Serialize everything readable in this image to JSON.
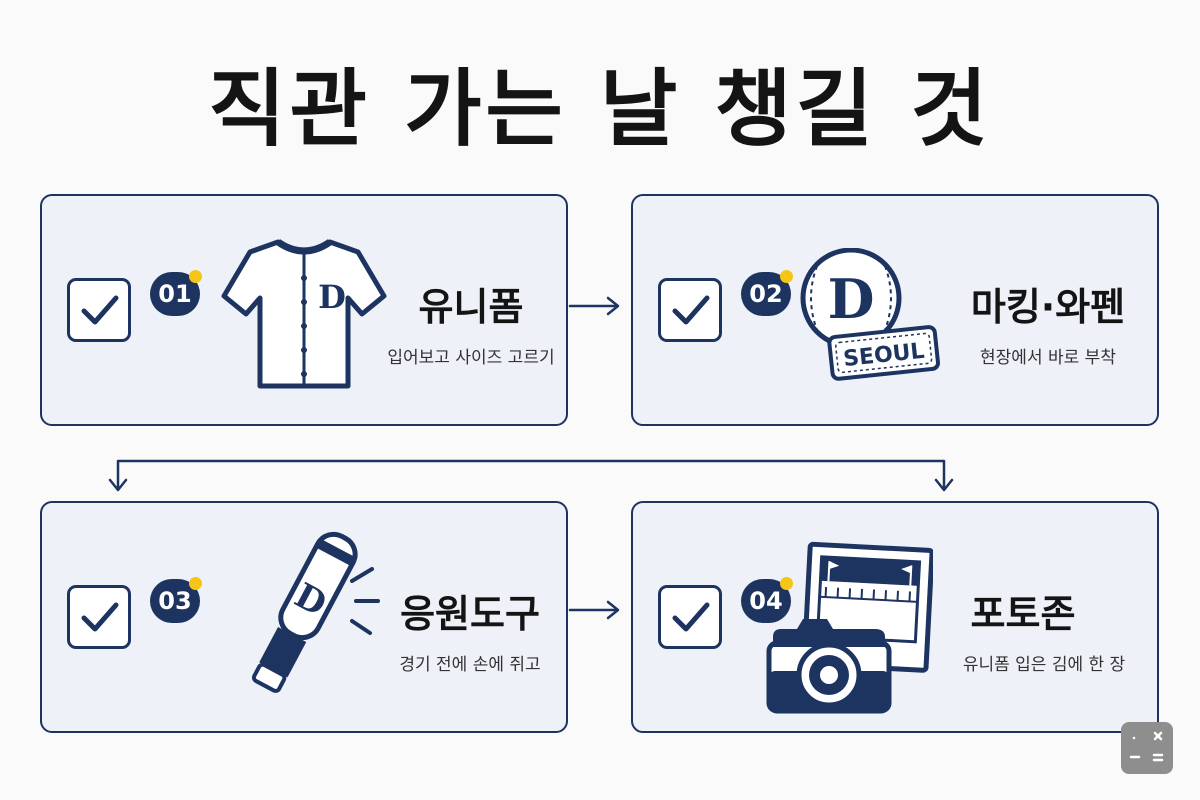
{
  "title": "직관 가는 날 챙길 것",
  "steps": [
    {
      "number": "01",
      "label": "유니폼",
      "description": "입어보고 사이즈 고르기",
      "icon": "baseball-jersey-icon",
      "jersey_letter": "D"
    },
    {
      "number": "02",
      "label": "마킹·와펜",
      "description": "현장에서 바로 부착",
      "icon": "team-patch-icon",
      "patch_letter": "D",
      "patch_text": "SEOUL"
    },
    {
      "number": "03",
      "label": "응원도구",
      "description": "경기 전에 손에 쥐고",
      "icon": "cheering-bat-icon",
      "bat_letter": "D"
    },
    {
      "number": "04",
      "label": "포토존",
      "description": "유니폼 입은 김에 한 장",
      "icon": "camera-photo-icon"
    }
  ],
  "colors": {
    "navy": "#1d3461",
    "card_background": "#eef1f8",
    "accent_dot": "#f5c518",
    "title_text": "#141414"
  },
  "corner_widget": {
    "icon": "calculator-icon"
  }
}
